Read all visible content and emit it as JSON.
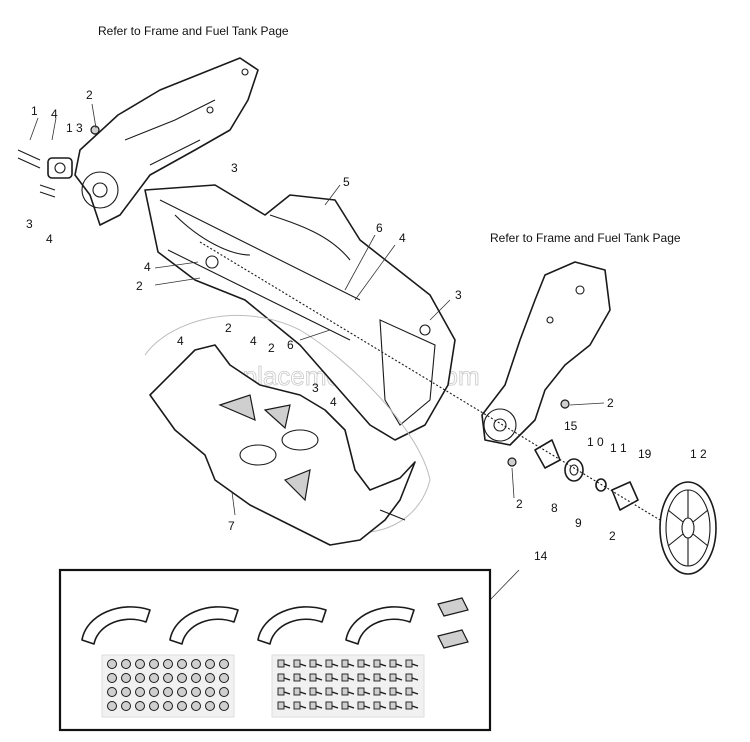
{
  "references": {
    "top_left": "Refer to Frame and Fuel Tank Page",
    "right": "Refer to Frame and Fuel Tank Page"
  },
  "watermark": "eReplacementParts.com",
  "callouts": {
    "c1": "1",
    "c4a": "4",
    "c2a": "2",
    "c13": "1 3",
    "c3a": "3",
    "c3b": "3",
    "c4b": "4",
    "c5": "5",
    "c6a": "6",
    "c4c": "4",
    "c4d": "4",
    "c2b": "2",
    "c2c": "2",
    "c4e": "4",
    "c4f": "4",
    "c2d": "2",
    "c6b": "6",
    "c3c": "3",
    "c3d": "3",
    "c4g": "4",
    "c2e": "2",
    "c15": "15",
    "c10": "1 0",
    "c11": "1 1",
    "c19": "19",
    "c12": "1 2",
    "c2f": "2",
    "c8": "8",
    "c9": "9",
    "c2g": "2",
    "c7": "7",
    "c14": "14"
  }
}
